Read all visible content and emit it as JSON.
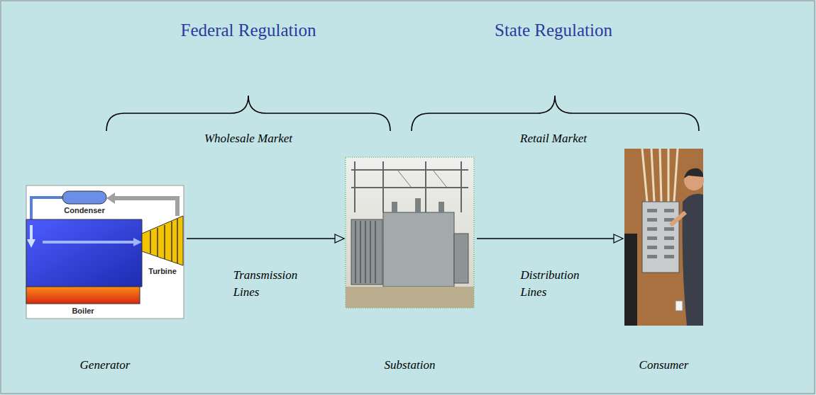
{
  "diagram": {
    "nodes": [
      {
        "text": [
          "Generator"
        ]
      },
      {
        "text": [
          "Substation"
        ]
      },
      {
        "text": [
          "Consumer"
        ]
      }
    ],
    "edges": [
      {
        "from": 0,
        "to": 1,
        "arrow": "to",
        "label": "Transmission Lines"
      },
      {
        "from": 1,
        "to": 2,
        "arrow": "to",
        "label": "Distribution Lines"
      }
    ],
    "labels": [
      "Federal Regulation",
      "State Regulation",
      "Wholesale Market",
      "Retail Market",
      "Condenser",
      "Turbine",
      "Boiler"
    ]
  }
}
